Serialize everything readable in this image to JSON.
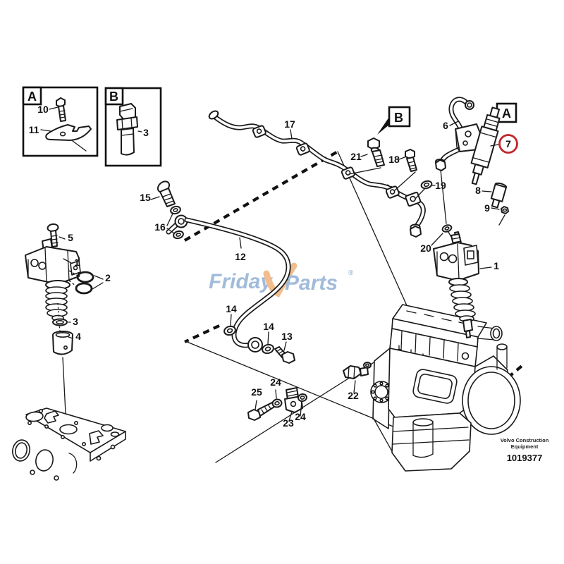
{
  "insets": {
    "box_a": {
      "label": "A"
    },
    "box_b": {
      "label": "B"
    }
  },
  "refs": {
    "ref_a": "A",
    "ref_b": "B"
  },
  "callouts": {
    "p1_left": "1",
    "p1_right": "1",
    "p2": "2",
    "p3_box": "3",
    "p3_left": "3",
    "p4": "4",
    "p5": "5",
    "p6": "6",
    "p7": "7",
    "p8": "8",
    "p9": "9",
    "p10": "10",
    "p11": "11",
    "p12": "12",
    "p13": "13",
    "p14_a": "14",
    "p14_b": "14",
    "p15": "15",
    "p16": "16",
    "p17": "17",
    "p18": "18",
    "p19": "19",
    "p20": "20",
    "p21": "21",
    "p22": "22",
    "p23": "23",
    "p24_a": "24",
    "p24_b": "24",
    "p25": "25"
  },
  "highlight": {
    "circled_part": "7",
    "circle_color": "#c0272d"
  },
  "watermark": {
    "word1": "Friday",
    "word2": "Parts",
    "registered": "®",
    "text_color": "#9cb8d9",
    "check_color": "#f2bd8e"
  },
  "footer": {
    "line1": "Volvo Construction",
    "line2": "Equipment",
    "part_number": "1019377"
  }
}
